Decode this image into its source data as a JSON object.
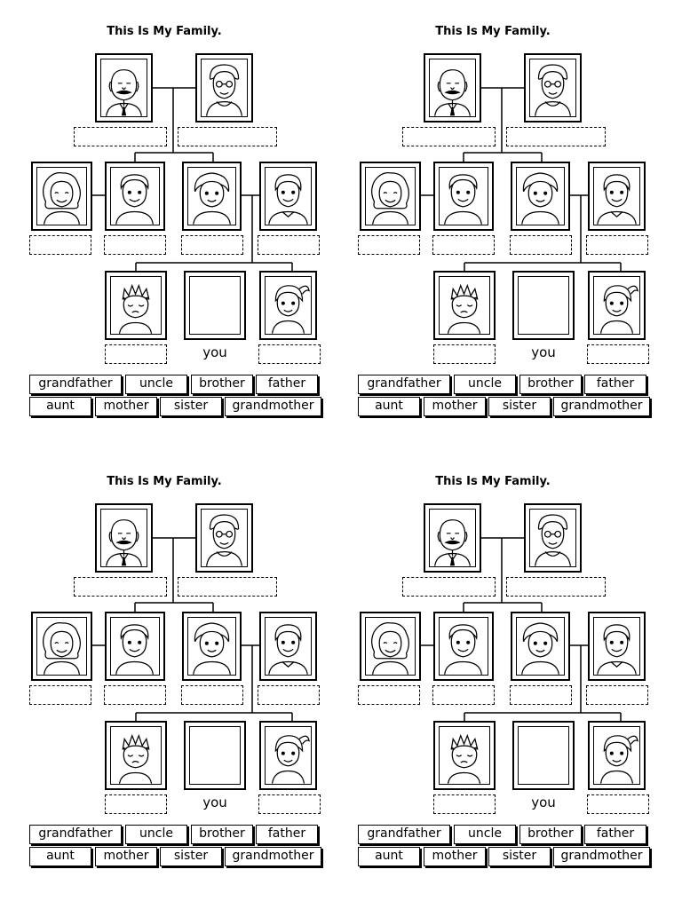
{
  "sheets": [
    {
      "title": "This Is My Family.",
      "members": {
        "grandfather": "grandfather-portrait",
        "grandmother": "grandmother-portrait",
        "aunt": "aunt-portrait",
        "uncle": "uncle-portrait",
        "mother": "mother-portrait",
        "father": "father-portrait",
        "brother": "brother-portrait",
        "you": "empty-portrait",
        "sister": "sister-portrait"
      },
      "you_label": "you",
      "word_bank": {
        "row1": [
          "grandfather",
          "uncle",
          "brother",
          "father"
        ],
        "row2": [
          "aunt",
          "mother",
          "sister",
          "grandmother"
        ]
      }
    },
    {
      "title": "This Is My Family.",
      "you_label": "you",
      "word_bank": {
        "row1": [
          "grandfather",
          "uncle",
          "brother",
          "father"
        ],
        "row2": [
          "aunt",
          "mother",
          "sister",
          "grandmother"
        ]
      }
    },
    {
      "title": "This Is My Family.",
      "you_label": "you",
      "word_bank": {
        "row1": [
          "grandfather",
          "uncle",
          "brother",
          "father"
        ],
        "row2": [
          "aunt",
          "mother",
          "sister",
          "grandmother"
        ]
      }
    },
    {
      "title": "This Is My Family.",
      "you_label": "you",
      "word_bank": {
        "row1": [
          "grandfather",
          "uncle",
          "brother",
          "father"
        ],
        "row2": [
          "aunt",
          "mother",
          "sister",
          "grandmother"
        ]
      }
    }
  ]
}
